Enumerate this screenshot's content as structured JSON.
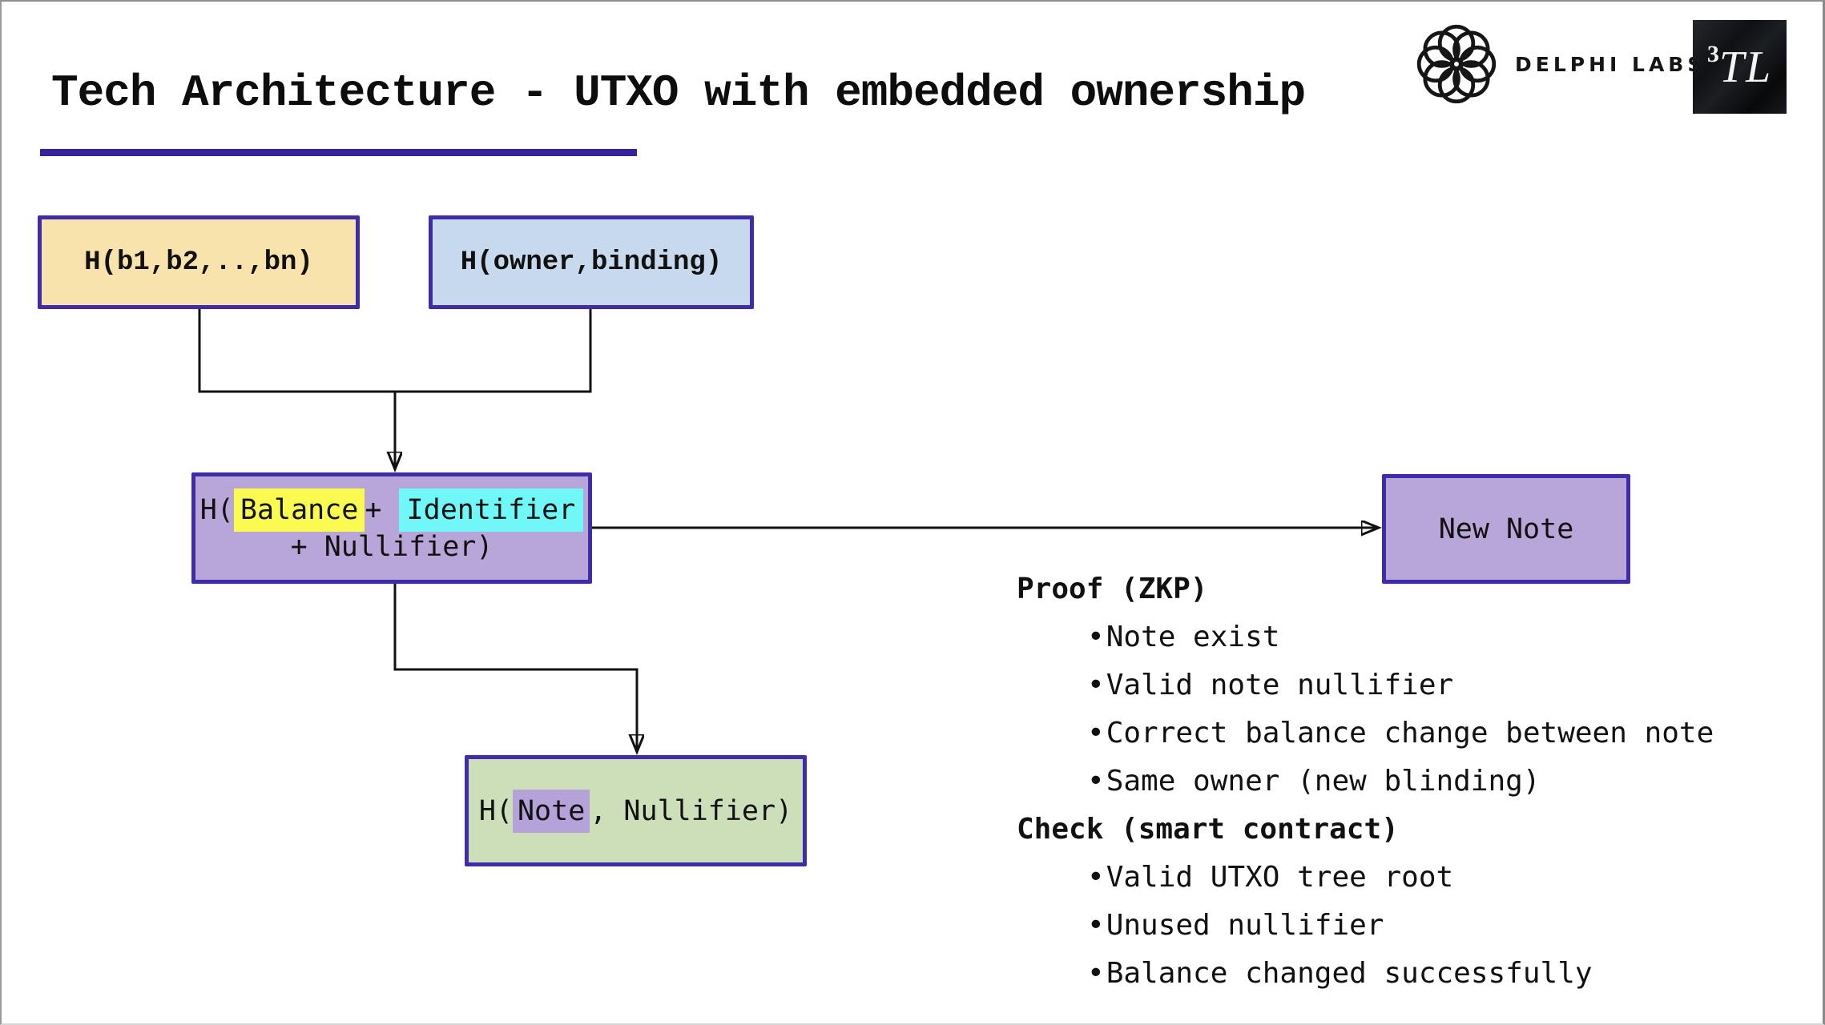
{
  "slide": {
    "title": "Tech Architecture - UTXO with embedded ownership"
  },
  "logos": {
    "delphi_wordmark": "DELPHI LABS",
    "tl_superscript": "3",
    "tl_letters": "TL"
  },
  "boxes": {
    "blinding_hash": {
      "label": "H(b1,b2,..,bn)"
    },
    "owner_hash": {
      "label": "H(owner,binding)"
    },
    "note_hash": {
      "prefix": "H(",
      "highlight_balance": "Balance",
      "operator": "+ ",
      "highlight_identifier": "Identifier",
      "line2": "+ Nullifier)"
    },
    "new_note": {
      "label": "New Note"
    },
    "nullifier_hash": {
      "prefix": "H(",
      "highlight_note": "Note",
      "suffix": ", Nullifier)"
    }
  },
  "lists": {
    "proof": {
      "title": "Proof (ZKP)",
      "bullet": "•",
      "items": [
        "Note exist",
        "Valid note nullifier",
        "Correct balance change between note",
        "Same owner (new blinding)"
      ]
    },
    "check": {
      "title": "Check (smart contract)",
      "bullet": "•",
      "items": [
        "Valid UTXO tree root",
        "Unused nullifier",
        "Balance changed successfully"
      ]
    }
  },
  "colors": {
    "accent": "#38219f",
    "box-border": "#3e2caa",
    "wheat-fill": "#f8e3ad",
    "blue-fill": "#c7d9ec",
    "purple-fill": "#b9a6d8",
    "green-fill": "#ccdfb9",
    "hl-yellow": "#fafa4f",
    "hl-cyan": "#70f7f7",
    "hl-purple": "#b5a2d9",
    "line": "#111111"
  }
}
